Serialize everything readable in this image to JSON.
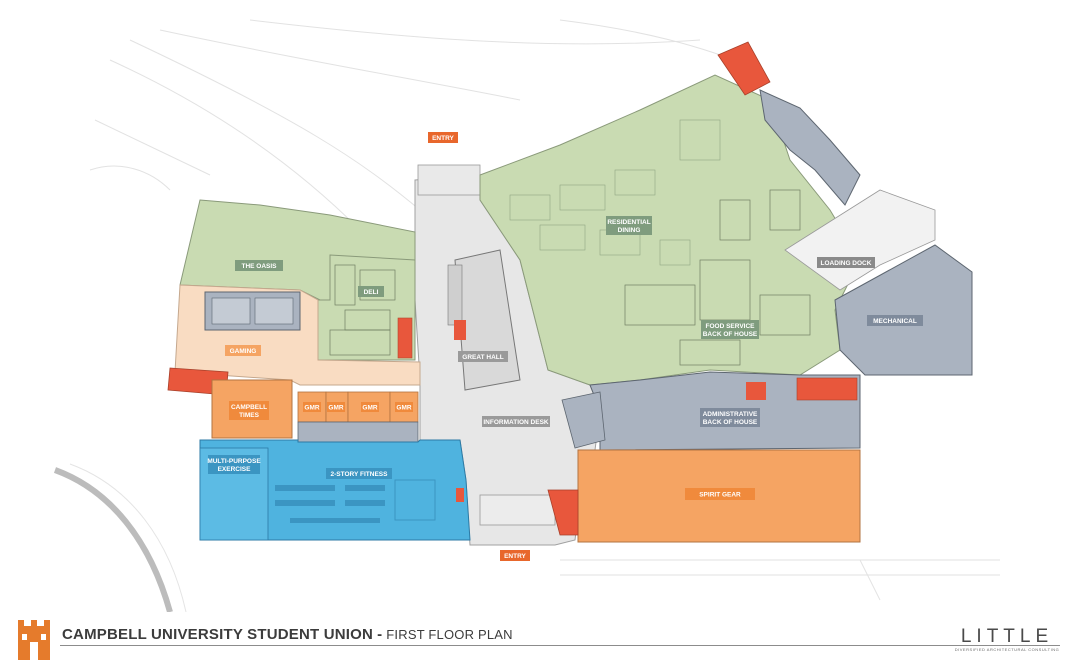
{
  "labels": {
    "entry_top": "ENTRY",
    "entry_bottom": "ENTRY",
    "the_oasis": "THE OASIS",
    "deli": "DELI",
    "gaming": "GAMING",
    "campbell_times": [
      "CAMPBELL",
      "TIMES"
    ],
    "gmr": "GMR",
    "great_hall": "GREAT HALL",
    "information_desk": "INFORMATION DESK",
    "residential_dining": [
      "RESIDENTIAL",
      "DINING"
    ],
    "food_service": [
      "FOOD SERVICE",
      "BACK OF HOUSE"
    ],
    "administrative": [
      "ADMINISTRATIVE",
      "BACK OF HOUSE"
    ],
    "loading_dock": "LOADING DOCK",
    "mechanical": "MECHANICAL",
    "spirit_gear": "SPIRIT GEAR",
    "multi_purpose": [
      "MULTI-PURPOSE",
      "EXERCISE"
    ],
    "fitness": "2-STORY FITNESS"
  },
  "footer": {
    "title": "CAMPBELL UNIVERSITY STUDENT UNION",
    "separator": "-",
    "subtitle": "FIRST FLOOR PLAN",
    "brand": "LITTLE",
    "brand_tagline": "DIVERSIFIED ARCHITECTURAL CONSULTING"
  },
  "colors": {
    "dining_green": "#c9dbb2",
    "label_green": "#7f9c7e",
    "gaming_peach": "#f9dcc2",
    "orange": "#f5a463",
    "red": "#e8573c",
    "entry_orange": "#e8672c",
    "fitness_blue": "#4fb3df",
    "gray_room": "#aab3c0",
    "label_gray": "#7f8b9c",
    "hall_gray": "#e7e7e7"
  }
}
